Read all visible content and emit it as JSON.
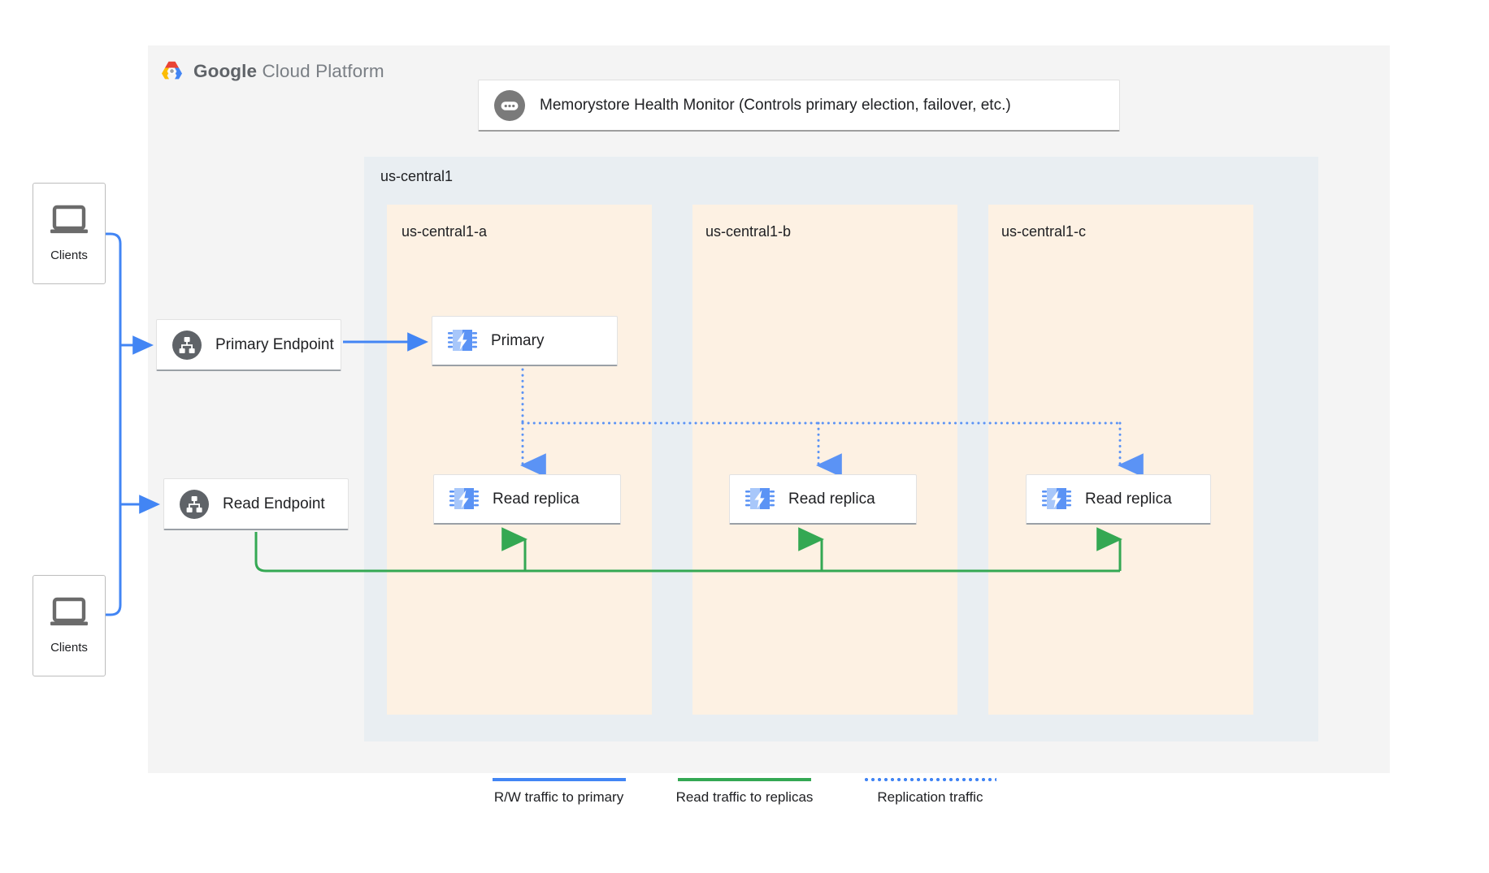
{
  "platform": {
    "logo_brand": "Google",
    "logo_suffix": " Cloud Platform",
    "logo_icon": "google-cloud-hexagon-icon"
  },
  "health_monitor": {
    "label": "Memorystore Health Monitor (Controls primary election, failover, etc.)",
    "icon": "health-monitor-chat-icon"
  },
  "region": {
    "label": "us-central1",
    "background_color": "#e9eef2"
  },
  "zones": [
    {
      "label": "us-central1-a",
      "background_color": "#fdf1e3"
    },
    {
      "label": "us-central1-b",
      "background_color": "#fdf1e3"
    },
    {
      "label": "us-central1-c",
      "background_color": "#fdf1e3"
    }
  ],
  "endpoints": [
    {
      "label": "Primary Endpoint",
      "icon": "network-endpoint-icon"
    },
    {
      "label": "Read Endpoint",
      "icon": "network-endpoint-icon"
    }
  ],
  "nodes": {
    "primary": {
      "label": "Primary",
      "icon": "memorystore-chip-icon"
    },
    "replica_a": {
      "label": "Read replica",
      "icon": "memorystore-chip-icon"
    },
    "replica_b": {
      "label": "Read replica",
      "icon": "memorystore-chip-icon"
    },
    "replica_c": {
      "label": "Read replica",
      "icon": "memorystore-chip-icon"
    }
  },
  "clients": [
    {
      "label": "Clients",
      "icon": "laptop-icon"
    },
    {
      "label": "Clients",
      "icon": "laptop-icon"
    }
  ],
  "legend": [
    {
      "label": "R/W traffic to primary",
      "style": "solid",
      "color": "#4285f4"
    },
    {
      "label": "Read traffic to replicas",
      "style": "solid",
      "color": "#34a853"
    },
    {
      "label": "Replication traffic",
      "style": "dotted",
      "color": "#4285f4"
    }
  ],
  "colors": {
    "blue": "#4285f4",
    "green": "#34a853",
    "panel": "#f4f4f4",
    "region": "#e9eef2",
    "zone": "#fdf1e3",
    "text": "#202124"
  }
}
